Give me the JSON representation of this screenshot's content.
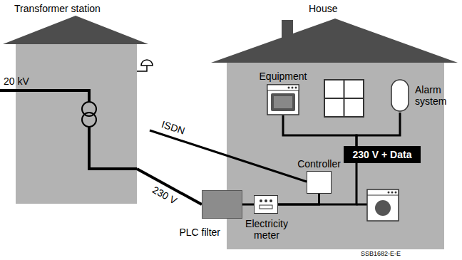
{
  "diagram": {
    "nodes": [
      {
        "text": [
          "Transformer station"
        ]
      },
      {
        "text": [
          "House"
        ]
      },
      {
        "text": [
          "PLC filter"
        ]
      },
      {
        "text": [
          "Electricity meter"
        ],
        "in": 1
      },
      {
        "text": [
          "Controller"
        ],
        "in": 1
      },
      {
        "text": [
          "Equipment"
        ],
        "in": 1
      },
      {
        "text": [
          "Alarm system"
        ],
        "in": 1
      },
      {
        "text": [
          "230 V + Data"
        ],
        "in": 1
      }
    ],
    "edges": [
      {
        "from": 0,
        "to": 2,
        "arrow": "none",
        "label": "230 V"
      },
      {
        "from": 2,
        "to": 3,
        "arrow": "none"
      },
      {
        "from": 3,
        "to": 4,
        "arrow": "none"
      },
      {
        "from": 3,
        "to": 7,
        "arrow": "none"
      },
      {
        "from": 7,
        "to": 5,
        "arrow": "none"
      },
      {
        "from": 7,
        "to": 6,
        "arrow": "none"
      }
    ],
    "labels": [
      "20 kV",
      "ISDN",
      "SSB1682-E-E"
    ]
  }
}
